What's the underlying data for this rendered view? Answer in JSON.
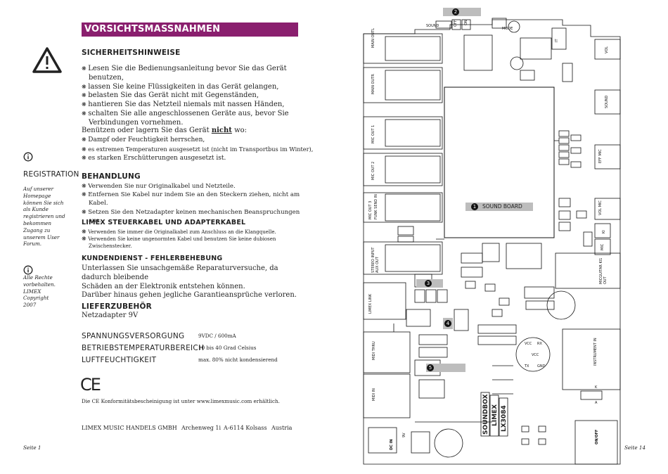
{
  "page": {
    "title": "VORSICHTSMASSNAHMEN",
    "page_left": "Seite 1",
    "page_right": "Seite 14"
  },
  "safety": {
    "heading": "SICHERHEITSHINWEISE",
    "items": [
      "Lesen Sie die Bedienungsanleitung bevor Sie das Gerät benutzen,",
      "lassen Sie keine Flüssigkeiten in das Gerät gelangen,",
      "belasten Sie das Gerät nicht mit Gegenständen,",
      "hantieren Sie das Netzteil niemals mit nassen Händen,",
      "schalten Sie alle angeschlossenen Geräte aus, bevor Sie Verbindungen vornehmen."
    ],
    "usage_intro_pre": "Benützen oder lagern Sie das Gerät ",
    "usage_intro_emph": "nicht",
    "usage_intro_post": " wo:",
    "usage_items": [
      "Dampf oder Feuchtigkeit herrschen,",
      "es extremen Temperaturen ausgesetzt ist (nicht im Transportbus im Winter),",
      "es starken Erschütterungen ausgesetzt ist."
    ]
  },
  "handling": {
    "heading": "BEHANDLUNG",
    "items": [
      "Verwenden Sie nur Originalkabel und Netzteile.",
      "Entfernen Sie Kabel nur indem Sie an den Steckern ziehen, nicht am Kabel.",
      "Setzen Sie den Netzadapter keinen mechanischen Beanspruchungen aus."
    ]
  },
  "cables": {
    "heading": "LIMEX STEUERKABEL UND ADAPTERKABEL",
    "items": [
      "Verwenden Sie immer die Originalkabel zum Anschluss an die Klangquelle.",
      "Verwenden Sie keine ungenormten Kabel und benutzen Sie keine dubiosen Zwischenstecker."
    ]
  },
  "service": {
    "heading": "KUNDENDIENST - FEHLERBEHEBUNG",
    "lines": [
      "Unterlassen Sie unsachgemäße Reparaturversuche, da dadurch bleibende",
      "Schäden an der Elektronik entstehen können.",
      "Darüber hinaus gehen jegliche Garantieansprüche verloren."
    ]
  },
  "accessories": {
    "heading": "LIEFERZUBEHÖR",
    "value": "Netzadapter 9V"
  },
  "specs": [
    {
      "label": "SPANNUNGSVERSORGUNG",
      "value": "9VDC / 600mA"
    },
    {
      "label": "BETRIEBSTEMPERATURBEREICH",
      "value": "10 bis 40 Grad Celsius"
    },
    {
      "label": "LUFTFEUCHTIGKEIT",
      "value": "max. 80% nicht kondensierend"
    }
  ],
  "ce": {
    "mark": "CE",
    "text": "Die CE Konformitätsbescheinigung ist unter www.limexmusic.com erhältlich."
  },
  "address": {
    "company": "LIMEX MUSIC HANDELS GMBH",
    "street": "Archenweg 1i",
    "city": "A-6114 Kolsass",
    "country": "Austria"
  },
  "sidebar": {
    "registration_heading": "REGISTRATION",
    "registration_text": "Auf unserer Homepage können Sie sich als Kunde registrieren und bekommen Zugang zu unserem User Forum.",
    "rights_text": "Alle Rechte vorbehalten. LIMEX Copyright 2007"
  },
  "board": {
    "sound_board_label": "SOUND BOARD",
    "marker_1": "1",
    "marker_2": "2",
    "marker_3": "3",
    "marker_4": "4",
    "marker_5": "5",
    "connectors_left": [
      "MAIN OUTL",
      "MAIN OUTR",
      "MIC OUT 1",
      "MIC OUT 2",
      "MIC OUT 3",
      "FUNK SEND IN",
      "STEREO INPUT AUX OUT",
      "LIMEX LINK",
      "MIDI THRU",
      "MIDI IN",
      "DC IN"
    ],
    "connectors_right": [
      "VOL",
      "SOUND",
      "EFF MIC",
      "VOL MIC",
      "MIC",
      "KI",
      "MICGUITAR KI1 OUT",
      "INSTRUMENT IN",
      "ON/OFF"
    ],
    "top_labels": [
      "SOUND",
      "OFF",
      "ON",
      "MODE",
      "IT"
    ],
    "misc_labels": [
      "SOUNDBOX",
      "LIMEX",
      "LX3084",
      "9V",
      "A",
      "K",
      "VCC",
      "RX",
      "TX",
      "GND",
      "VCC"
    ]
  }
}
